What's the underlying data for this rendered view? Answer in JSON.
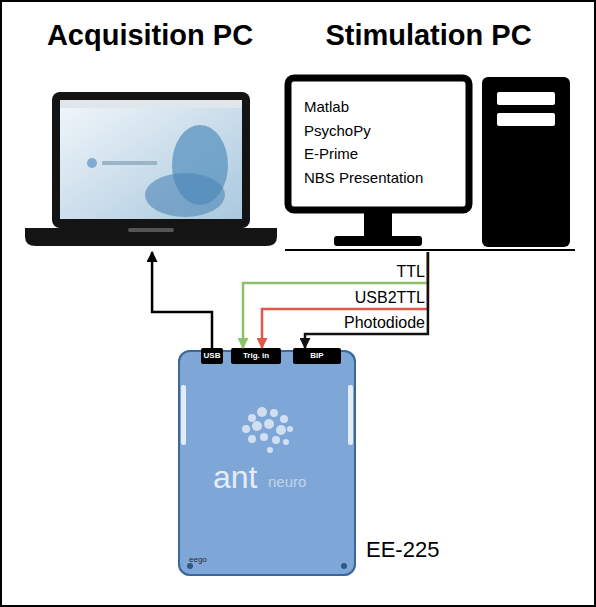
{
  "diagram": {
    "nodes": [
      {
        "text": [
          "Acquisition PC"
        ]
      },
      {
        "text": [
          "Stimulation PC",
          "Matlab",
          "PsychoPy",
          "E-Prime",
          "NBS Presentation"
        ]
      },
      {
        "text": [
          "EE-225"
        ]
      },
      {
        "text": [
          "USB"
        ],
        "in": 2
      },
      {
        "text": [
          "Trig. in"
        ],
        "in": 2
      },
      {
        "text": [
          "BIP"
        ],
        "in": 2
      }
    ],
    "edges": [
      {
        "from": 3,
        "to": 0,
        "arrow": "to"
      },
      {
        "from": 1,
        "to": 4,
        "label": "TTL",
        "arrow": "to"
      },
      {
        "from": 1,
        "to": 4,
        "label": "USB2TTL",
        "arrow": "to"
      },
      {
        "from": 1,
        "to": 5,
        "label": "Photodiode",
        "arrow": "to"
      }
    ],
    "labels": [
      "ant",
      "neuro",
      "eego"
    ]
  }
}
